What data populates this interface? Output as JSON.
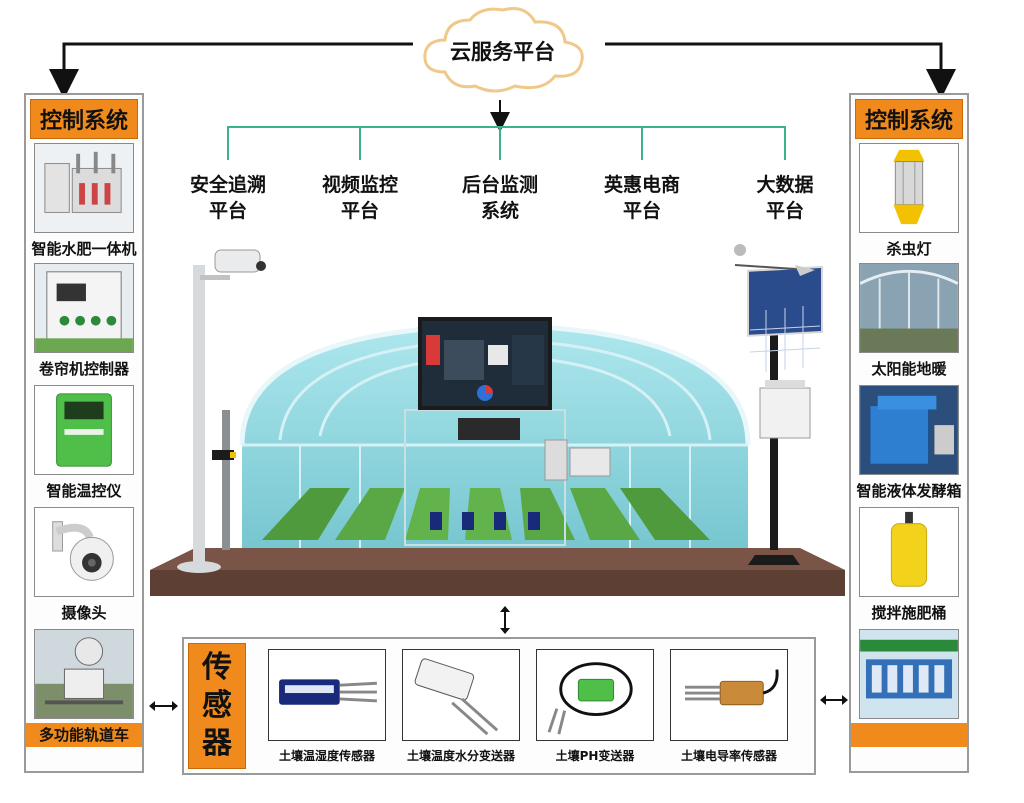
{
  "cloud": {
    "label": "云服务平台"
  },
  "platforms": [
    {
      "line1": "安全追溯",
      "line2": "平台"
    },
    {
      "line1": "视频监控",
      "line2": "平台"
    },
    {
      "line1": "后台监测",
      "line2": "系统"
    },
    {
      "line1": "英惠电商",
      "line2": "平台"
    },
    {
      "line1": "大数据",
      "line2": "平台"
    }
  ],
  "left_panel": {
    "title": "控制系统",
    "items": [
      {
        "label": "智能水肥一体机"
      },
      {
        "label": "卷帘机控制器"
      },
      {
        "label": "智能温控仪"
      },
      {
        "label": "摄像头"
      },
      {
        "label": "多功能轨道车"
      }
    ]
  },
  "right_panel": {
    "title": "控制系统",
    "items": [
      {
        "label": "杀虫灯"
      },
      {
        "label": "太阳能地暖"
      },
      {
        "label": "智能液体发酵箱"
      },
      {
        "label": "搅拌施肥桶"
      },
      {
        "label": ""
      }
    ]
  },
  "sensors": {
    "title": [
      "传",
      "感",
      "器"
    ],
    "items": [
      {
        "label": "土壤温湿度传感器"
      },
      {
        "label": "土壤温度水分变送器"
      },
      {
        "label": "土壤PH变送器"
      },
      {
        "label": "土壤电导率传感器"
      }
    ]
  },
  "colors": {
    "accent_orange": "#f08a1c",
    "connector_green": "#3bb38a",
    "greenhouse_cyan": "#8fd6e0",
    "soil_brown": "#7a5446"
  }
}
